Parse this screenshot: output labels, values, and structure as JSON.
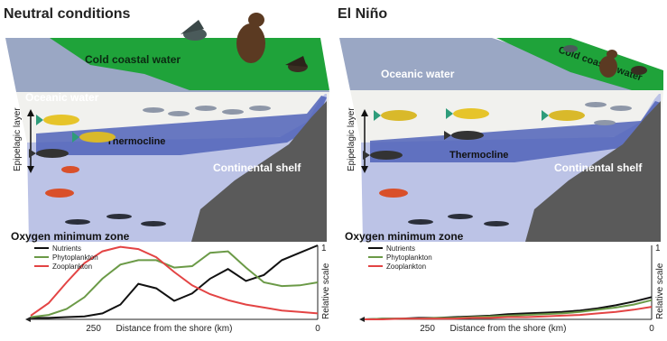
{
  "colors": {
    "cold_water": "#1fa33a",
    "oceanic_water": "#9aa7c4",
    "epipelagic": "#f1f1ee",
    "thermocline": "#5063b8",
    "deep_water": "#bcc3e6",
    "shelf": "#5a5a5a",
    "nutrients": "#111111",
    "phytoplankton": "#6b9a47",
    "zooplankton": "#e34444"
  },
  "icons": [
    "sea-lion-icon",
    "seabird-icon",
    "fish-icon",
    "squid-icon",
    "arrow-icon"
  ],
  "shared": {
    "epipelagic_label": "Epipelagic layer",
    "thermocline_label": "Thermocline",
    "shelf_label": "Continental shelf",
    "omz_label": "Oxygen minimum zone",
    "legend": [
      "Nutrients",
      "Phytoplankton",
      "Zooplankton"
    ],
    "xlabel": "Distance from the shore (km)",
    "ylabel": "Relative scale",
    "x_tick_250": "250",
    "x_tick_0": "0",
    "y_tick_1": "1"
  },
  "panels": [
    {
      "title": "Neutral conditions",
      "cold_water_label": "Cold coastal water",
      "oceanic_water_label": "Oceanic water"
    },
    {
      "title": "El Niño",
      "cold_water_label": "Cold coastal water",
      "oceanic_water_label": "Oceanic water"
    }
  ],
  "chart_data": [
    {
      "type": "line",
      "panel": "Neutral conditions",
      "xlabel": "Distance from the shore (km)",
      "ylabel": "Relative scale",
      "xlim": [
        320,
        0
      ],
      "ylim": [
        0,
        1
      ],
      "x_ticks": [
        250,
        0
      ],
      "x": [
        320,
        300,
        280,
        260,
        240,
        220,
        200,
        180,
        160,
        140,
        120,
        100,
        80,
        60,
        40,
        20,
        0
      ],
      "series": [
        {
          "name": "Nutrients",
          "values": [
            0.02,
            0.02,
            0.03,
            0.04,
            0.08,
            0.2,
            0.48,
            0.42,
            0.25,
            0.35,
            0.55,
            0.68,
            0.52,
            0.6,
            0.8,
            0.9,
            1.0
          ]
        },
        {
          "name": "Phytoplankton",
          "values": [
            0.03,
            0.06,
            0.14,
            0.3,
            0.55,
            0.74,
            0.8,
            0.8,
            0.7,
            0.72,
            0.9,
            0.92,
            0.7,
            0.5,
            0.45,
            0.46,
            0.5
          ]
        },
        {
          "name": "Zooplankton",
          "values": [
            0.05,
            0.22,
            0.5,
            0.76,
            0.92,
            0.98,
            0.95,
            0.84,
            0.64,
            0.46,
            0.34,
            0.26,
            0.2,
            0.16,
            0.12,
            0.1,
            0.08
          ]
        }
      ]
    },
    {
      "type": "line",
      "panel": "El Niño",
      "xlabel": "Distance from the shore (km)",
      "ylabel": "Relative scale",
      "xlim": [
        320,
        0
      ],
      "ylim": [
        0,
        1
      ],
      "x_ticks": [
        250,
        0
      ],
      "x": [
        320,
        300,
        280,
        260,
        240,
        220,
        200,
        180,
        160,
        140,
        120,
        100,
        80,
        60,
        40,
        20,
        0
      ],
      "series": [
        {
          "name": "Nutrients",
          "values": [
            0.0,
            0.01,
            0.01,
            0.02,
            0.02,
            0.03,
            0.04,
            0.05,
            0.07,
            0.08,
            0.09,
            0.1,
            0.12,
            0.15,
            0.19,
            0.24,
            0.3
          ]
        },
        {
          "name": "Phytoplankton",
          "values": [
            0.0,
            0.01,
            0.01,
            0.01,
            0.02,
            0.02,
            0.03,
            0.04,
            0.05,
            0.06,
            0.07,
            0.08,
            0.1,
            0.13,
            0.16,
            0.2,
            0.26
          ]
        },
        {
          "name": "Zooplankton",
          "values": [
            0.0,
            0.0,
            0.01,
            0.01,
            0.01,
            0.01,
            0.02,
            0.02,
            0.03,
            0.03,
            0.04,
            0.05,
            0.06,
            0.08,
            0.1,
            0.13,
            0.17
          ]
        }
      ]
    }
  ]
}
